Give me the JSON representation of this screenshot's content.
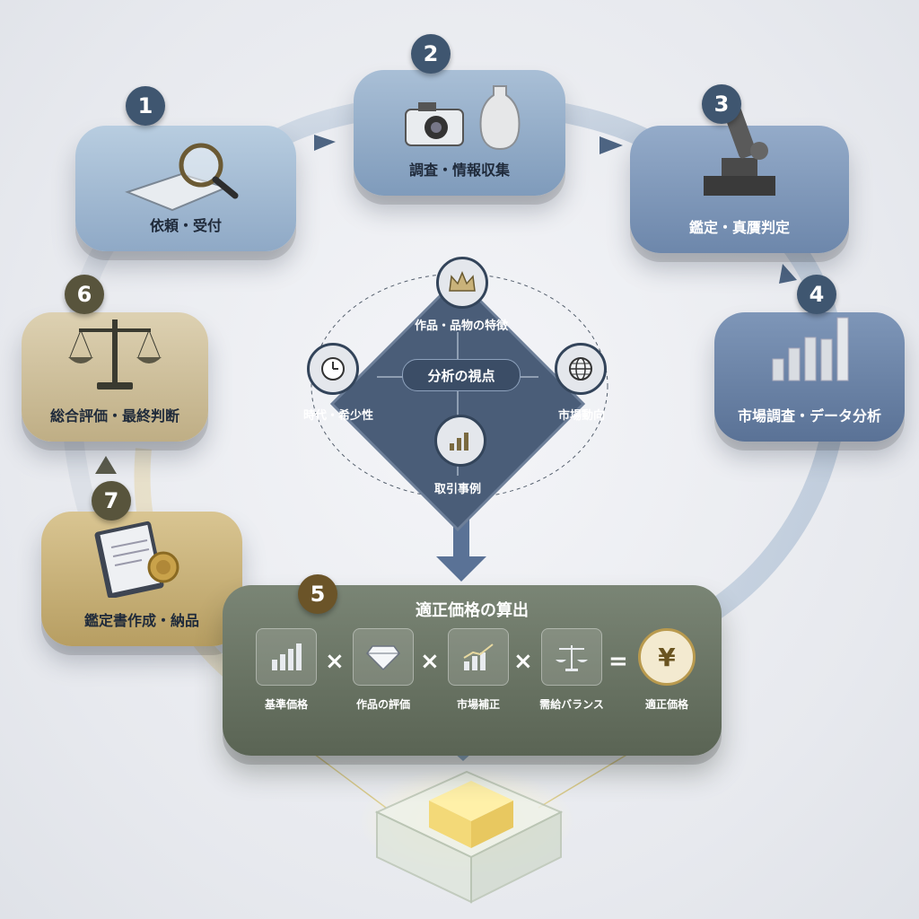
{
  "steps": {
    "s1": {
      "number": "1",
      "label": "依頼・受付"
    },
    "s2": {
      "number": "2",
      "label": "調査・情報収集"
    },
    "s3": {
      "number": "3",
      "label": "鑑定・真贋判定"
    },
    "s4": {
      "number": "4",
      "label": "市場調査・データ分析"
    },
    "s5": {
      "number": "5",
      "label": "適正価格の算出"
    },
    "s6": {
      "number": "6",
      "label": "総合評価・最終判断"
    },
    "s7": {
      "number": "7",
      "label": "鑑定書作成・納品"
    }
  },
  "analysis": {
    "center": "分析の視点",
    "top": "作品・品物の特徴",
    "left": "時代・希少性",
    "right": "市場動向",
    "bottom": "取引事例"
  },
  "formula": {
    "items": [
      "基準価格",
      "作品の評価",
      "市場補正",
      "需給バランス",
      "適正価格"
    ],
    "ops": [
      "×",
      "×",
      "×",
      "="
    ]
  },
  "colors": {
    "navy": "#3f5670",
    "olive": "#5a6454",
    "gold": "#b79e62"
  }
}
